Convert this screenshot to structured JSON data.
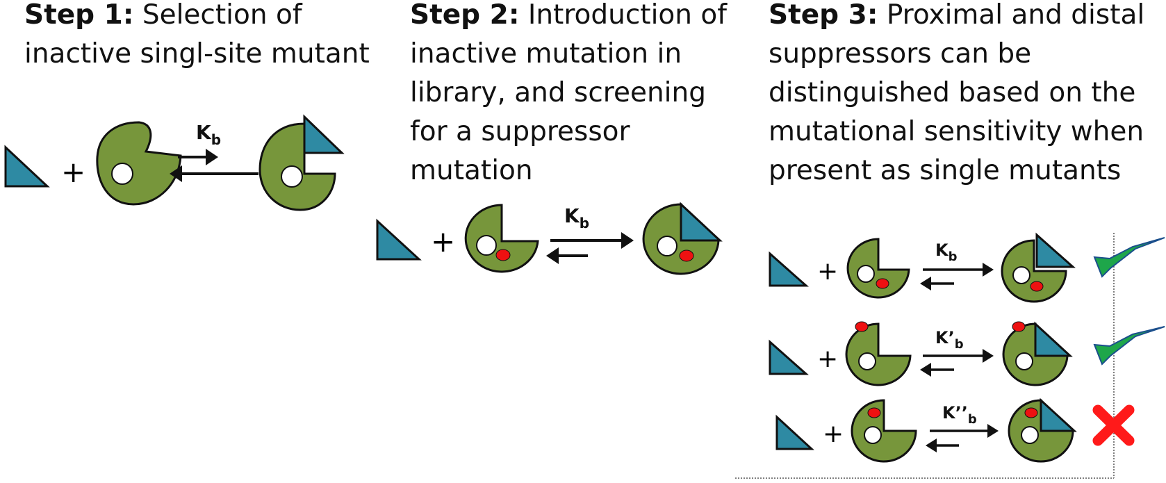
{
  "steps": [
    {
      "heading": "Step 1:",
      "text": "Selection of inactive singl-site mutant"
    },
    {
      "heading": "Step 2:",
      "text": "Introduction of inactive mutation in library, and screening for a suppressor mutation"
    },
    {
      "heading": "Step 3:",
      "text": "Proximal and distal suppressors can be distinguished based on the mutational sensitivity when present as single mutants"
    }
  ],
  "reactions": {
    "step1": {
      "k_main": "K",
      "k_sub": "b",
      "plus": "+"
    },
    "step2": {
      "k_main": "K",
      "k_sub": "b",
      "plus": "+"
    },
    "step3": [
      {
        "k_main": "K",
        "k_sub": "b",
        "plus": "+",
        "result": "check-icon"
      },
      {
        "k_main": "K’",
        "k_sub": "b",
        "plus": "+",
        "result": "check-icon"
      },
      {
        "k_main": "K’’",
        "k_sub": "b",
        "plus": "+",
        "result": "cross-icon"
      }
    ]
  },
  "colors": {
    "ligand": "#2e8aa3",
    "protein": "#77963b",
    "mutation": "#ee1111",
    "check": "#1ea64a",
    "cross": "#ff1a1a"
  }
}
